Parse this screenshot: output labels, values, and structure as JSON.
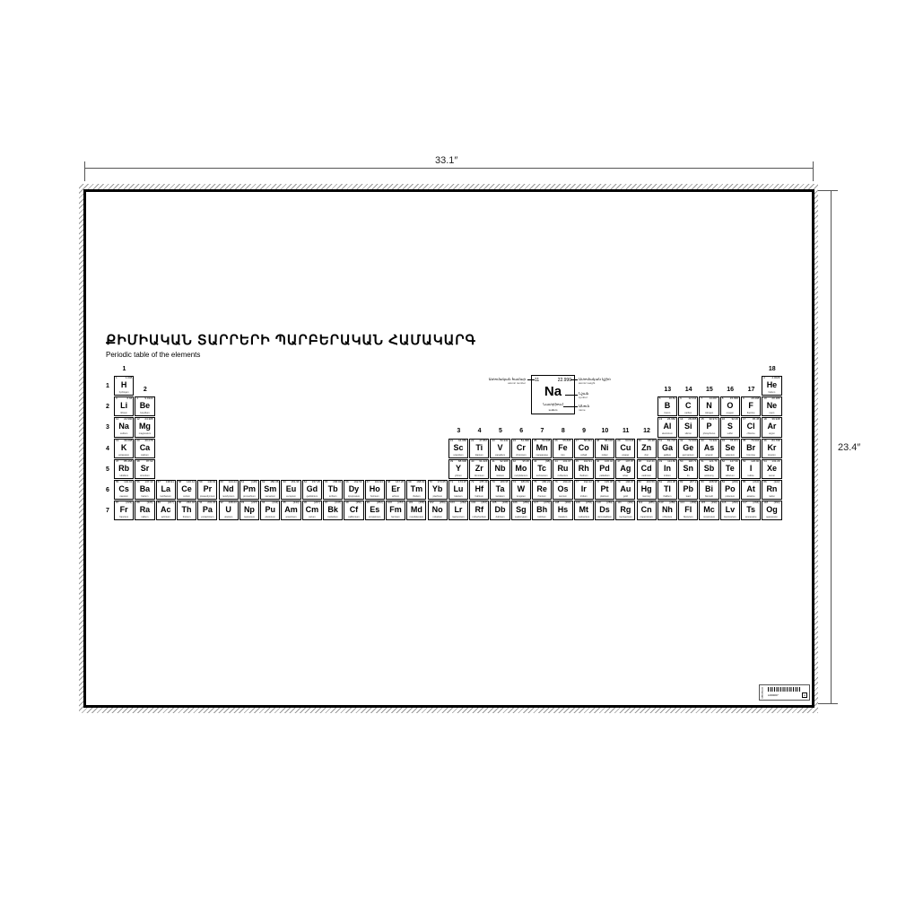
{
  "dimensions": {
    "width_label": "33.1″",
    "height_label": "23.4″"
  },
  "title": "ՔԻՄԻԱԿԱՆ ՏԱՐՐԵՐԻ ՊԱՐԲԵՐԱԿԱՆ ՀԱՄԱԿԱՐԳ",
  "subtitle": "Periodic table of the elements",
  "groups": [
    "1",
    "2",
    "3",
    "4",
    "5",
    "6",
    "7",
    "8",
    "9",
    "10",
    "11",
    "12",
    "13",
    "14",
    "15",
    "16",
    "17",
    "18"
  ],
  "periods": [
    "1",
    "2",
    "3",
    "4",
    "5",
    "6",
    "7"
  ],
  "legend": {
    "number": "11",
    "mass": "22.990",
    "symbol": "Na",
    "name_hy": "Նատրիում",
    "name_en": "sodium",
    "atomic_number_hy": "Ատոմական համար",
    "atomic_number_en": "atomic number",
    "atomic_weight_hy": "Ատոմական կշիռ",
    "atomic_weight_en": "atomic weight",
    "symbol_hy": "Նշան",
    "symbol_en": "symbol",
    "name_label_hy": "Անուն",
    "name_label_en": "name"
  },
  "barcode": {
    "side_text": "Armenian",
    "code": "L000007",
    "box": "A"
  },
  "elements": [
    [
      1,
      "H",
      "1.008",
      "hydrogen"
    ],
    [
      2,
      "He",
      "4.0026",
      "helium"
    ],
    [
      3,
      "Li",
      "6.94",
      "lithium"
    ],
    [
      4,
      "Be",
      "9.0122",
      "beryllium"
    ],
    [
      5,
      "B",
      "10.81",
      "boron"
    ],
    [
      6,
      "C",
      "12.011",
      "carbon"
    ],
    [
      7,
      "N",
      "14.007",
      "nitrogen"
    ],
    [
      8,
      "O",
      "15.999",
      "oxygen"
    ],
    [
      9,
      "F",
      "18.998",
      "fluorine"
    ],
    [
      10,
      "Ne",
      "20.180",
      "neon"
    ],
    [
      11,
      "Na",
      "22.990",
      "sodium"
    ],
    [
      12,
      "Mg",
      "24.305",
      "magnesium"
    ],
    [
      13,
      "Al",
      "26.982",
      "aluminium"
    ],
    [
      14,
      "Si",
      "28.085",
      "silicon"
    ],
    [
      15,
      "P",
      "30.974",
      "phosphorus"
    ],
    [
      16,
      "S",
      "32.06",
      "sulfur"
    ],
    [
      17,
      "Cl",
      "35.45",
      "chlorine"
    ],
    [
      18,
      "Ar",
      "39.948",
      "argon"
    ],
    [
      19,
      "K",
      "39.098",
      "potassium"
    ],
    [
      20,
      "Ca",
      "40.078",
      "calcium"
    ],
    [
      21,
      "Sc",
      "44.956",
      "scandium"
    ],
    [
      22,
      "Ti",
      "47.867",
      "titanium"
    ],
    [
      23,
      "V",
      "50.942",
      "vanadium"
    ],
    [
      24,
      "Cr",
      "51.996",
      "chromium"
    ],
    [
      25,
      "Mn",
      "54.938",
      "manganese"
    ],
    [
      26,
      "Fe",
      "55.845",
      "iron"
    ],
    [
      27,
      "Co",
      "58.933",
      "cobalt"
    ],
    [
      28,
      "Ni",
      "58.693",
      "nickel"
    ],
    [
      29,
      "Cu",
      "63.546",
      "copper"
    ],
    [
      30,
      "Zn",
      "65.38",
      "zinc"
    ],
    [
      31,
      "Ga",
      "69.723",
      "gallium"
    ],
    [
      32,
      "Ge",
      "72.630",
      "germanium"
    ],
    [
      33,
      "As",
      "74.922",
      "arsenic"
    ],
    [
      34,
      "Se",
      "78.971",
      "selenium"
    ],
    [
      35,
      "Br",
      "79.904",
      "bromine"
    ],
    [
      36,
      "Kr",
      "83.798",
      "krypton"
    ],
    [
      37,
      "Rb",
      "85.468",
      "rubidium"
    ],
    [
      38,
      "Sr",
      "87.62",
      "strontium"
    ],
    [
      39,
      "Y",
      "88.906",
      "yttrium"
    ],
    [
      40,
      "Zr",
      "91.224",
      "zirconium"
    ],
    [
      41,
      "Nb",
      "92.906",
      "niobium"
    ],
    [
      42,
      "Mo",
      "95.95",
      "molybdenum"
    ],
    [
      43,
      "Tc",
      "(98)",
      "technetium"
    ],
    [
      44,
      "Ru",
      "101.07",
      "ruthenium"
    ],
    [
      45,
      "Rh",
      "102.91",
      "rhodium"
    ],
    [
      46,
      "Pd",
      "106.42",
      "palladium"
    ],
    [
      47,
      "Ag",
      "107.87",
      "silver"
    ],
    [
      48,
      "Cd",
      "112.41",
      "cadmium"
    ],
    [
      49,
      "In",
      "114.82",
      "indium"
    ],
    [
      50,
      "Sn",
      "118.71",
      "tin"
    ],
    [
      51,
      "Sb",
      "121.76",
      "antimony"
    ],
    [
      52,
      "Te",
      "127.60",
      "tellurium"
    ],
    [
      53,
      "I",
      "126.90",
      "iodine"
    ],
    [
      54,
      "Xe",
      "131.29",
      "xenon"
    ],
    [
      55,
      "Cs",
      "132.91",
      "caesium"
    ],
    [
      56,
      "Ba",
      "137.33",
      "barium"
    ],
    [
      57,
      "La",
      "138.91",
      "lanthanum"
    ],
    [
      58,
      "Ce",
      "140.12",
      "cerium"
    ],
    [
      59,
      "Pr",
      "140.91",
      "praseodymium"
    ],
    [
      60,
      "Nd",
      "144.24",
      "neodymium"
    ],
    [
      61,
      "Pm",
      "(145)",
      "promethium"
    ],
    [
      62,
      "Sm",
      "150.36",
      "samarium"
    ],
    [
      63,
      "Eu",
      "151.96",
      "europium"
    ],
    [
      64,
      "Gd",
      "157.25",
      "gadolinium"
    ],
    [
      65,
      "Tb",
      "158.93",
      "terbium"
    ],
    [
      66,
      "Dy",
      "162.50",
      "dysprosium"
    ],
    [
      67,
      "Ho",
      "164.93",
      "holmium"
    ],
    [
      68,
      "Er",
      "167.26",
      "erbium"
    ],
    [
      69,
      "Tm",
      "168.93",
      "thulium"
    ],
    [
      70,
      "Yb",
      "173.05",
      "ytterbium"
    ],
    [
      71,
      "Lu",
      "174.97",
      "lutetium"
    ],
    [
      72,
      "Hf",
      "178.49",
      "hafnium"
    ],
    [
      73,
      "Ta",
      "180.95",
      "tantalum"
    ],
    [
      74,
      "W",
      "183.84",
      "tungsten"
    ],
    [
      75,
      "Re",
      "186.21",
      "rhenium"
    ],
    [
      76,
      "Os",
      "190.23",
      "osmium"
    ],
    [
      77,
      "Ir",
      "192.22",
      "iridium"
    ],
    [
      78,
      "Pt",
      "195.08",
      "platinum"
    ],
    [
      79,
      "Au",
      "196.97",
      "gold"
    ],
    [
      80,
      "Hg",
      "200.59",
      "mercury"
    ],
    [
      81,
      "Tl",
      "204.38",
      "thallium"
    ],
    [
      82,
      "Pb",
      "207.2",
      "lead"
    ],
    [
      83,
      "Bi",
      "208.98",
      "bismuth"
    ],
    [
      84,
      "Po",
      "(209)",
      "polonium"
    ],
    [
      85,
      "At",
      "(210)",
      "astatine"
    ],
    [
      86,
      "Rn",
      "(222)",
      "radon"
    ],
    [
      87,
      "Fr",
      "(223)",
      "francium"
    ],
    [
      88,
      "Ra",
      "(226)",
      "radium"
    ],
    [
      89,
      "Ac",
      "(227)",
      "actinium"
    ],
    [
      90,
      "Th",
      "232.04",
      "thorium"
    ],
    [
      91,
      "Pa",
      "231.04",
      "protactinium"
    ],
    [
      92,
      "U",
      "238.03",
      "uranium"
    ],
    [
      93,
      "Np",
      "(237)",
      "neptunium"
    ],
    [
      94,
      "Pu",
      "(244)",
      "plutonium"
    ],
    [
      95,
      "Am",
      "(243)",
      "americium"
    ],
    [
      96,
      "Cm",
      "(247)",
      "curium"
    ],
    [
      97,
      "Bk",
      "(247)",
      "berkelium"
    ],
    [
      98,
      "Cf",
      "(251)",
      "californium"
    ],
    [
      99,
      "Es",
      "(252)",
      "einsteinium"
    ],
    [
      100,
      "Fm",
      "(257)",
      "fermium"
    ],
    [
      101,
      "Md",
      "(258)",
      "mendelevium"
    ],
    [
      102,
      "No",
      "(259)",
      "nobelium"
    ],
    [
      103,
      "Lr",
      "(262)",
      "lawrencium"
    ],
    [
      104,
      "Rf",
      "(267)",
      "rutherfordium"
    ],
    [
      105,
      "Db",
      "(268)",
      "dubnium"
    ],
    [
      106,
      "Sg",
      "(269)",
      "seaborgium"
    ],
    [
      107,
      "Bh",
      "(270)",
      "bohrium"
    ],
    [
      108,
      "Hs",
      "(269)",
      "hassium"
    ],
    [
      109,
      "Mt",
      "(278)",
      "meitnerium"
    ],
    [
      110,
      "Ds",
      "(281)",
      "darmstadtium"
    ],
    [
      111,
      "Rg",
      "(282)",
      "roentgenium"
    ],
    [
      112,
      "Cn",
      "(285)",
      "copernicium"
    ],
    [
      113,
      "Nh",
      "(286)",
      "nihonium"
    ],
    [
      114,
      "Fl",
      "(289)",
      "flerovium"
    ],
    [
      115,
      "Mc",
      "(290)",
      "moscovium"
    ],
    [
      116,
      "Lv",
      "(293)",
      "livermorium"
    ],
    [
      117,
      "Ts",
      "(294)",
      "tennessine"
    ],
    [
      118,
      "Og",
      "(294)",
      "oganesson"
    ]
  ]
}
